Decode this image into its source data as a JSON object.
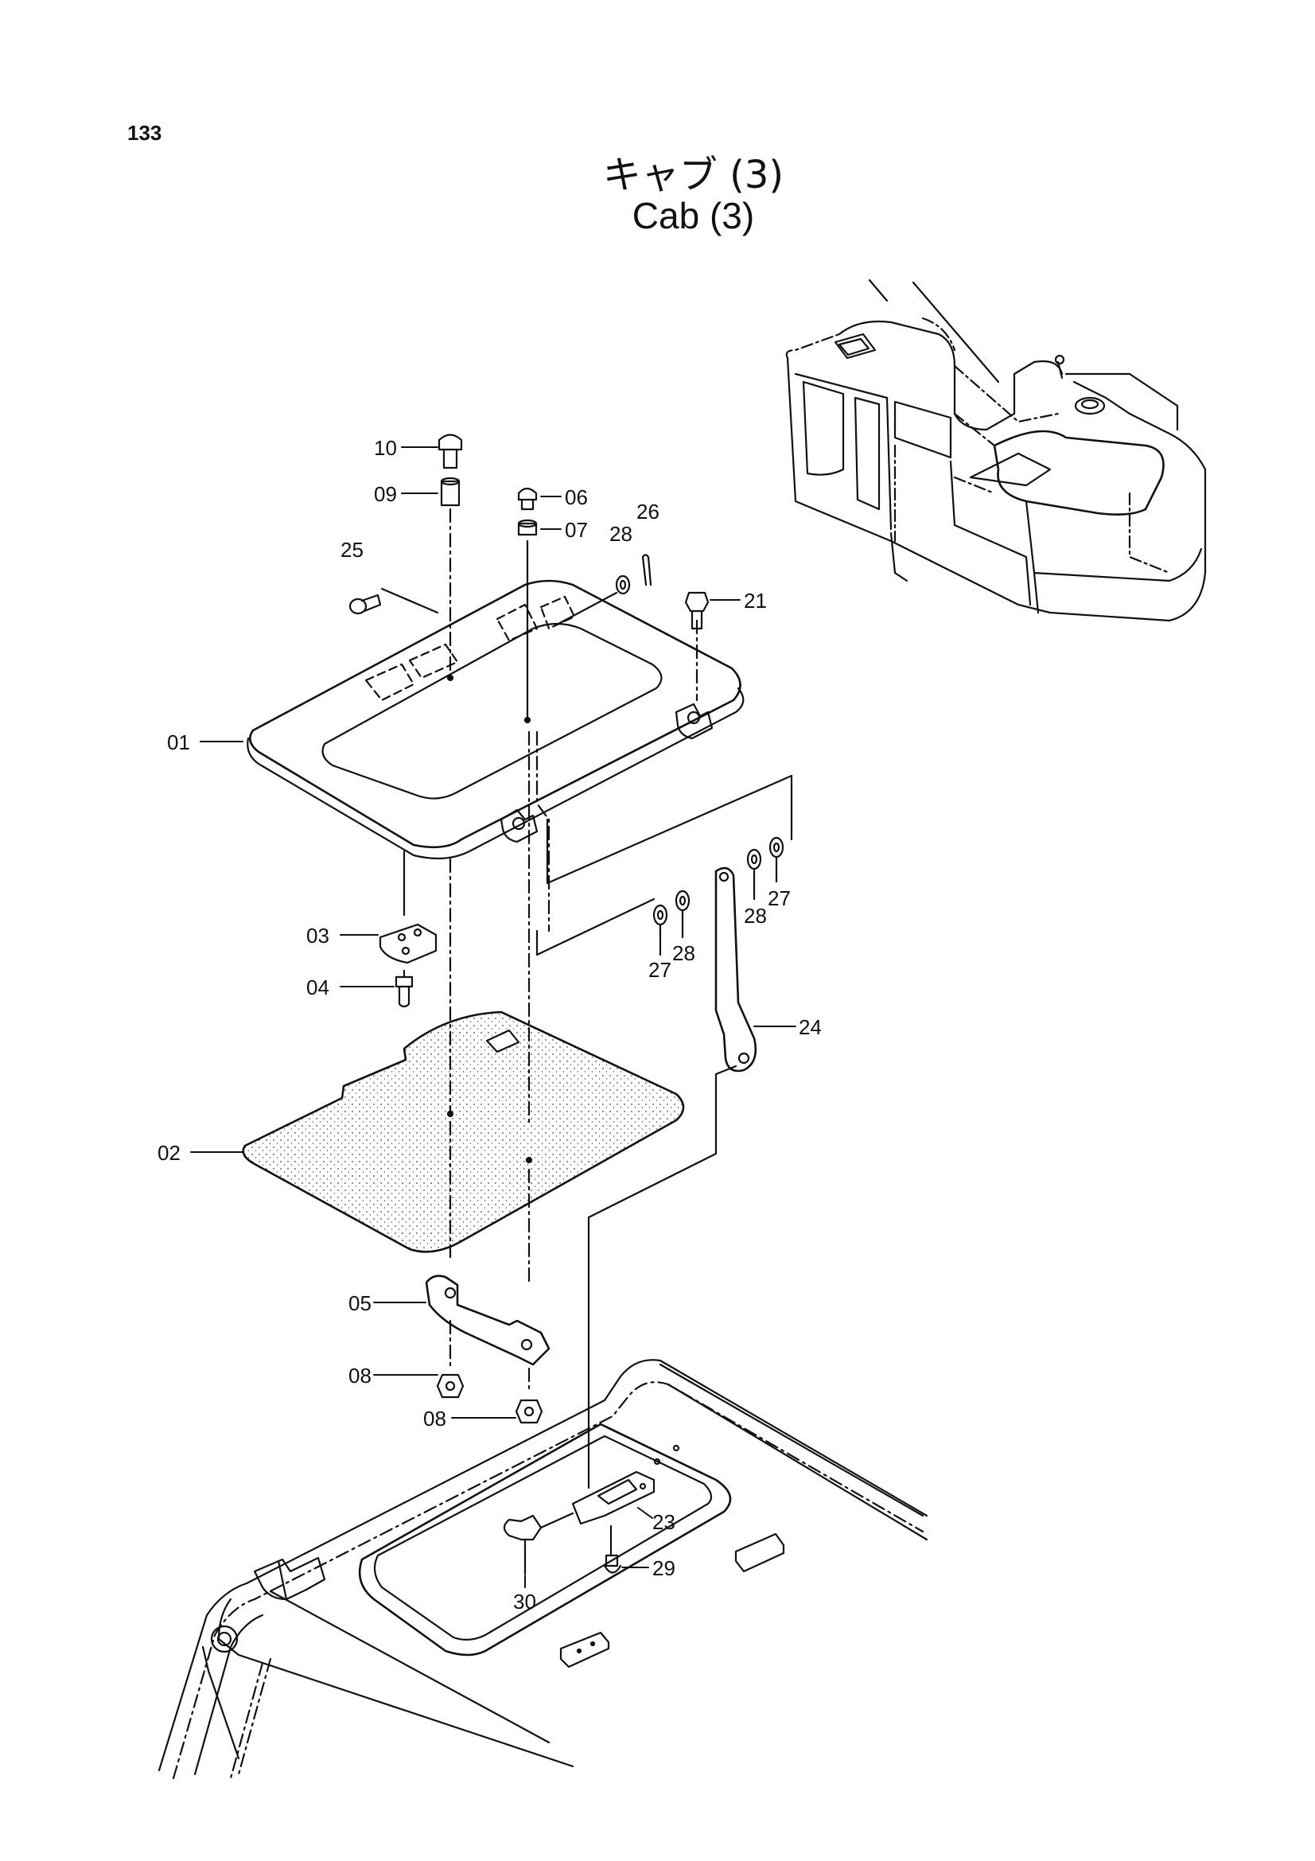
{
  "page": {
    "number": "133",
    "title_jp": "キャブ (3)",
    "title_en": "Cab (3)"
  },
  "callouts": {
    "c01": "01",
    "c02": "02",
    "c03": "03",
    "c04": "04",
    "c05": "05",
    "c06": "06",
    "c07": "07",
    "c08a": "08",
    "c08b": "08",
    "c09": "09",
    "c10": "10",
    "c21": "21",
    "c23": "23",
    "c24": "24",
    "c25": "25",
    "c26": "26",
    "c27a": "27",
    "c27b": "27",
    "c28a": "28",
    "c28b": "28",
    "c28c": "28",
    "c29": "29",
    "c30": "30"
  },
  "colors": {
    "ink": "#111111",
    "mat_dots": "#444444",
    "background": "#ffffff"
  }
}
